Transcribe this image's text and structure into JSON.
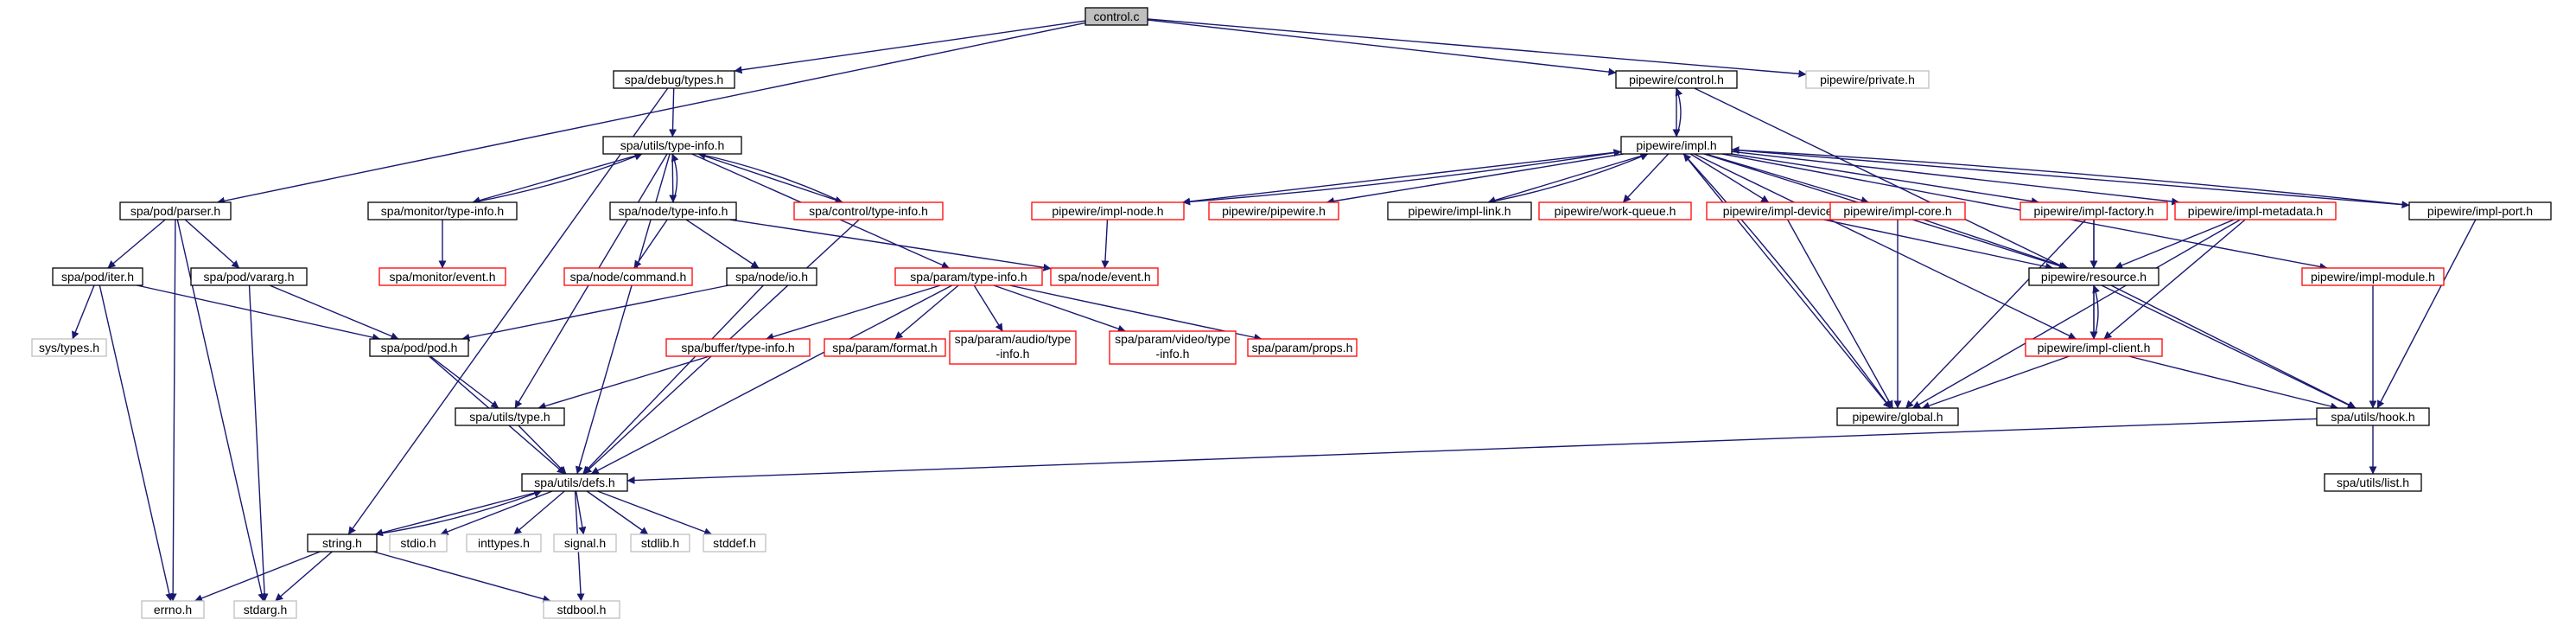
{
  "colors": {
    "edge": "#191970",
    "root_fill": "#bfbfbf",
    "root_border": "#000000",
    "documented_border": "#000000",
    "undocumented_border": "#ff0000",
    "system_border": "#bfbfbf",
    "system_text": "#7f7f7f",
    "normal_text": "#000000",
    "fill": "#ffffff"
  },
  "nodes": [
    {
      "id": "control_c",
      "label": "control.c",
      "kind": "root"
    },
    {
      "id": "spa_debug_types",
      "label": "spa/debug/types.h",
      "kind": "doc"
    },
    {
      "id": "pw_control",
      "label": "pipewire/control.h",
      "kind": "doc"
    },
    {
      "id": "pw_private",
      "label": "pipewire/private.h",
      "kind": "system"
    },
    {
      "id": "spa_utils_typeinfo",
      "label": "spa/utils/type-info.h",
      "kind": "doc"
    },
    {
      "id": "pw_impl",
      "label": "pipewire/impl.h",
      "kind": "doc"
    },
    {
      "id": "spa_pod_parser",
      "label": "spa/pod/parser.h",
      "kind": "doc"
    },
    {
      "id": "spa_monitor_typeinfo",
      "label": "spa/monitor/type-info.h",
      "kind": "doc"
    },
    {
      "id": "spa_node_typeinfo",
      "label": "spa/node/type-info.h",
      "kind": "doc"
    },
    {
      "id": "spa_control_typeinfo",
      "label": "spa/control/type-info.h",
      "kind": "undoc"
    },
    {
      "id": "pw_impl_node",
      "label": "pipewire/impl-node.h",
      "kind": "undoc"
    },
    {
      "id": "pw_pipewire",
      "label": "pipewire/pipewire.h",
      "kind": "undoc"
    },
    {
      "id": "pw_impl_link",
      "label": "pipewire/impl-link.h",
      "kind": "doc"
    },
    {
      "id": "pw_work_queue",
      "label": "pipewire/work-queue.h",
      "kind": "undoc"
    },
    {
      "id": "pw_impl_device",
      "label": "pipewire/impl-device.h",
      "kind": "undoc"
    },
    {
      "id": "pw_impl_core",
      "label": "pipewire/impl-core.h",
      "kind": "undoc"
    },
    {
      "id": "pw_impl_factory",
      "label": "pipewire/impl-factory.h",
      "kind": "undoc"
    },
    {
      "id": "pw_impl_metadata",
      "label": "pipewire/impl-metadata.h",
      "kind": "undoc"
    },
    {
      "id": "pw_impl_port",
      "label": "pipewire/impl-port.h",
      "kind": "doc"
    },
    {
      "id": "spa_pod_iter",
      "label": "spa/pod/iter.h",
      "kind": "doc"
    },
    {
      "id": "spa_pod_vararg",
      "label": "spa/pod/vararg.h",
      "kind": "doc"
    },
    {
      "id": "spa_monitor_event",
      "label": "spa/monitor/event.h",
      "kind": "undoc"
    },
    {
      "id": "spa_node_command",
      "label": "spa/node/command.h",
      "kind": "undoc"
    },
    {
      "id": "spa_node_io",
      "label": "spa/node/io.h",
      "kind": "doc"
    },
    {
      "id": "spa_node_event",
      "label": "spa/node/event.h",
      "kind": "undoc"
    },
    {
      "id": "spa_param_typeinfo",
      "label": "spa/param/type-info.h",
      "kind": "undoc"
    },
    {
      "id": "pw_resource",
      "label": "pipewire/resource.h",
      "kind": "doc"
    },
    {
      "id": "pw_impl_module",
      "label": "pipewire/impl-module.h",
      "kind": "undoc"
    },
    {
      "id": "sys_types",
      "label": "sys/types.h",
      "kind": "system"
    },
    {
      "id": "spa_pod_pod",
      "label": "spa/pod/pod.h",
      "kind": "doc"
    },
    {
      "id": "spa_buffer_typeinfo",
      "label": "spa/buffer/type-info.h",
      "kind": "undoc"
    },
    {
      "id": "spa_param_format",
      "label": "spa/param/format.h",
      "kind": "undoc"
    },
    {
      "id": "spa_param_audio_typeinfo",
      "label": [
        "spa/param/audio/type",
        "-info.h"
      ],
      "kind": "undoc"
    },
    {
      "id": "spa_param_video_typeinfo",
      "label": [
        "spa/param/video/type",
        "-info.h"
      ],
      "kind": "undoc"
    },
    {
      "id": "spa_param_props",
      "label": "spa/param/props.h",
      "kind": "undoc"
    },
    {
      "id": "pw_impl_client",
      "label": "pipewire/impl-client.h",
      "kind": "undoc"
    },
    {
      "id": "spa_utils_type",
      "label": "spa/utils/type.h",
      "kind": "doc"
    },
    {
      "id": "pw_global",
      "label": "pipewire/global.h",
      "kind": "doc"
    },
    {
      "id": "spa_utils_hook",
      "label": "spa/utils/hook.h",
      "kind": "doc"
    },
    {
      "id": "spa_utils_defs",
      "label": "spa/utils/defs.h",
      "kind": "doc"
    },
    {
      "id": "spa_utils_list",
      "label": "spa/utils/list.h",
      "kind": "doc"
    },
    {
      "id": "string_h",
      "label": "string.h",
      "kind": "doc"
    },
    {
      "id": "stdio_h",
      "label": "stdio.h",
      "kind": "system"
    },
    {
      "id": "inttypes_h",
      "label": "inttypes.h",
      "kind": "system"
    },
    {
      "id": "signal_h",
      "label": "signal.h",
      "kind": "system"
    },
    {
      "id": "stdlib_h",
      "label": "stdlib.h",
      "kind": "system"
    },
    {
      "id": "stddef_h",
      "label": "stddef.h",
      "kind": "system"
    },
    {
      "id": "errno_h",
      "label": "errno.h",
      "kind": "system"
    },
    {
      "id": "stdarg_h",
      "label": "stdarg.h",
      "kind": "system"
    },
    {
      "id": "stdbool_h",
      "label": "stdbool.h",
      "kind": "system"
    }
  ],
  "edges": [
    [
      "control_c",
      "spa_debug_types"
    ],
    [
      "control_c",
      "pw_control"
    ],
    [
      "control_c",
      "pw_private"
    ],
    [
      "control_c",
      "spa_pod_parser"
    ],
    [
      "spa_debug_types",
      "spa_utils_typeinfo"
    ],
    [
      "spa_debug_types",
      "string_h"
    ],
    [
      "pw_control",
      "pw_impl"
    ],
    [
      "pw_control",
      "spa_utils_hook"
    ],
    [
      "pw_impl",
      "pw_control"
    ],
    [
      "spa_utils_typeinfo",
      "spa_monitor_typeinfo"
    ],
    [
      "spa_utils_typeinfo",
      "spa_node_typeinfo"
    ],
    [
      "spa_utils_typeinfo",
      "spa_control_typeinfo"
    ],
    [
      "spa_utils_typeinfo",
      "spa_param_typeinfo"
    ],
    [
      "spa_utils_typeinfo",
      "spa_utils_type"
    ],
    [
      "spa_utils_typeinfo",
      "spa_utils_defs"
    ],
    [
      "spa_monitor_typeinfo",
      "spa_utils_typeinfo"
    ],
    [
      "spa_monitor_typeinfo",
      "spa_monitor_event"
    ],
    [
      "spa_node_typeinfo",
      "spa_utils_typeinfo"
    ],
    [
      "spa_node_typeinfo",
      "spa_node_command"
    ],
    [
      "spa_node_typeinfo",
      "spa_node_io"
    ],
    [
      "spa_node_typeinfo",
      "spa_node_event"
    ],
    [
      "spa_control_typeinfo",
      "spa_utils_typeinfo"
    ],
    [
      "spa_control_typeinfo",
      "spa_utils_defs"
    ],
    [
      "pw_impl",
      "pw_impl_node"
    ],
    [
      "pw_impl",
      "pw_pipewire"
    ],
    [
      "pw_impl",
      "pw_impl_link"
    ],
    [
      "pw_impl",
      "pw_work_queue"
    ],
    [
      "pw_impl",
      "pw_impl_device"
    ],
    [
      "pw_impl",
      "pw_impl_core"
    ],
    [
      "pw_impl",
      "pw_impl_factory"
    ],
    [
      "pw_impl",
      "pw_impl_metadata"
    ],
    [
      "pw_impl",
      "pw_impl_port"
    ],
    [
      "pw_impl",
      "pw_impl_module"
    ],
    [
      "pw_impl",
      "pw_resource"
    ],
    [
      "pw_impl",
      "pw_impl_client"
    ],
    [
      "pw_impl",
      "pw_global"
    ],
    [
      "pw_impl_node",
      "pw_impl"
    ],
    [
      "pw_impl_node",
      "spa_node_event"
    ],
    [
      "pw_impl_link",
      "pw_impl"
    ],
    [
      "pw_impl_port",
      "pw_impl"
    ],
    [
      "pw_impl_port",
      "spa_utils_hook"
    ],
    [
      "pw_global",
      "pw_impl"
    ],
    [
      "pw_impl_device",
      "pw_resource"
    ],
    [
      "pw_impl_device",
      "pw_global"
    ],
    [
      "pw_impl_core",
      "pw_resource"
    ],
    [
      "pw_impl_core",
      "pw_global"
    ],
    [
      "pw_impl_factory",
      "pw_resource"
    ],
    [
      "pw_impl_factory",
      "pw_impl_client"
    ],
    [
      "pw_impl_factory",
      "pw_global"
    ],
    [
      "pw_impl_metadata",
      "pw_resource"
    ],
    [
      "pw_impl_metadata",
      "pw_impl_client"
    ],
    [
      "pw_impl_metadata",
      "pw_global"
    ],
    [
      "pw_impl_module",
      "spa_utils_hook"
    ],
    [
      "pw_resource",
      "pw_impl_client"
    ],
    [
      "pw_resource",
      "spa_utils_hook"
    ],
    [
      "pw_impl_client",
      "pw_resource"
    ],
    [
      "pw_impl_client",
      "pw_global"
    ],
    [
      "pw_impl_client",
      "spa_utils_hook"
    ],
    [
      "spa_utils_hook",
      "spa_utils_defs"
    ],
    [
      "spa_utils_hook",
      "spa_utils_list"
    ],
    [
      "spa_pod_parser",
      "spa_pod_iter"
    ],
    [
      "spa_pod_parser",
      "spa_pod_vararg"
    ],
    [
      "spa_pod_parser",
      "errno_h"
    ],
    [
      "spa_pod_parser",
      "stdarg_h"
    ],
    [
      "spa_pod_iter",
      "sys_types"
    ],
    [
      "spa_pod_iter",
      "spa_pod_pod"
    ],
    [
      "spa_pod_iter",
      "errno_h"
    ],
    [
      "spa_pod_vararg",
      "spa_pod_pod"
    ],
    [
      "spa_pod_vararg",
      "stdarg_h"
    ],
    [
      "spa_node_io",
      "spa_pod_pod"
    ],
    [
      "spa_node_io",
      "spa_utils_defs"
    ],
    [
      "spa_param_typeinfo",
      "spa_buffer_typeinfo"
    ],
    [
      "spa_param_typeinfo",
      "spa_param_format"
    ],
    [
      "spa_param_typeinfo",
      "spa_param_audio_typeinfo"
    ],
    [
      "spa_param_typeinfo",
      "spa_param_video_typeinfo"
    ],
    [
      "spa_param_typeinfo",
      "spa_param_props"
    ],
    [
      "spa_param_typeinfo",
      "spa_utils_defs"
    ],
    [
      "spa_buffer_typeinfo",
      "spa_utils_type"
    ],
    [
      "spa_pod_pod",
      "spa_utils_type"
    ],
    [
      "spa_pod_pod",
      "spa_utils_defs"
    ],
    [
      "spa_utils_type",
      "spa_utils_defs"
    ],
    [
      "spa_utils_defs",
      "string_h"
    ],
    [
      "spa_utils_defs",
      "stdio_h"
    ],
    [
      "spa_utils_defs",
      "inttypes_h"
    ],
    [
      "spa_utils_defs",
      "signal_h"
    ],
    [
      "spa_utils_defs",
      "stdlib_h"
    ],
    [
      "spa_utils_defs",
      "stddef_h"
    ],
    [
      "spa_utils_defs",
      "stdbool_h"
    ],
    [
      "string_h",
      "spa_utils_defs"
    ],
    [
      "string_h",
      "errno_h"
    ],
    [
      "string_h",
      "stdarg_h"
    ],
    [
      "string_h",
      "stdbool_h"
    ]
  ]
}
